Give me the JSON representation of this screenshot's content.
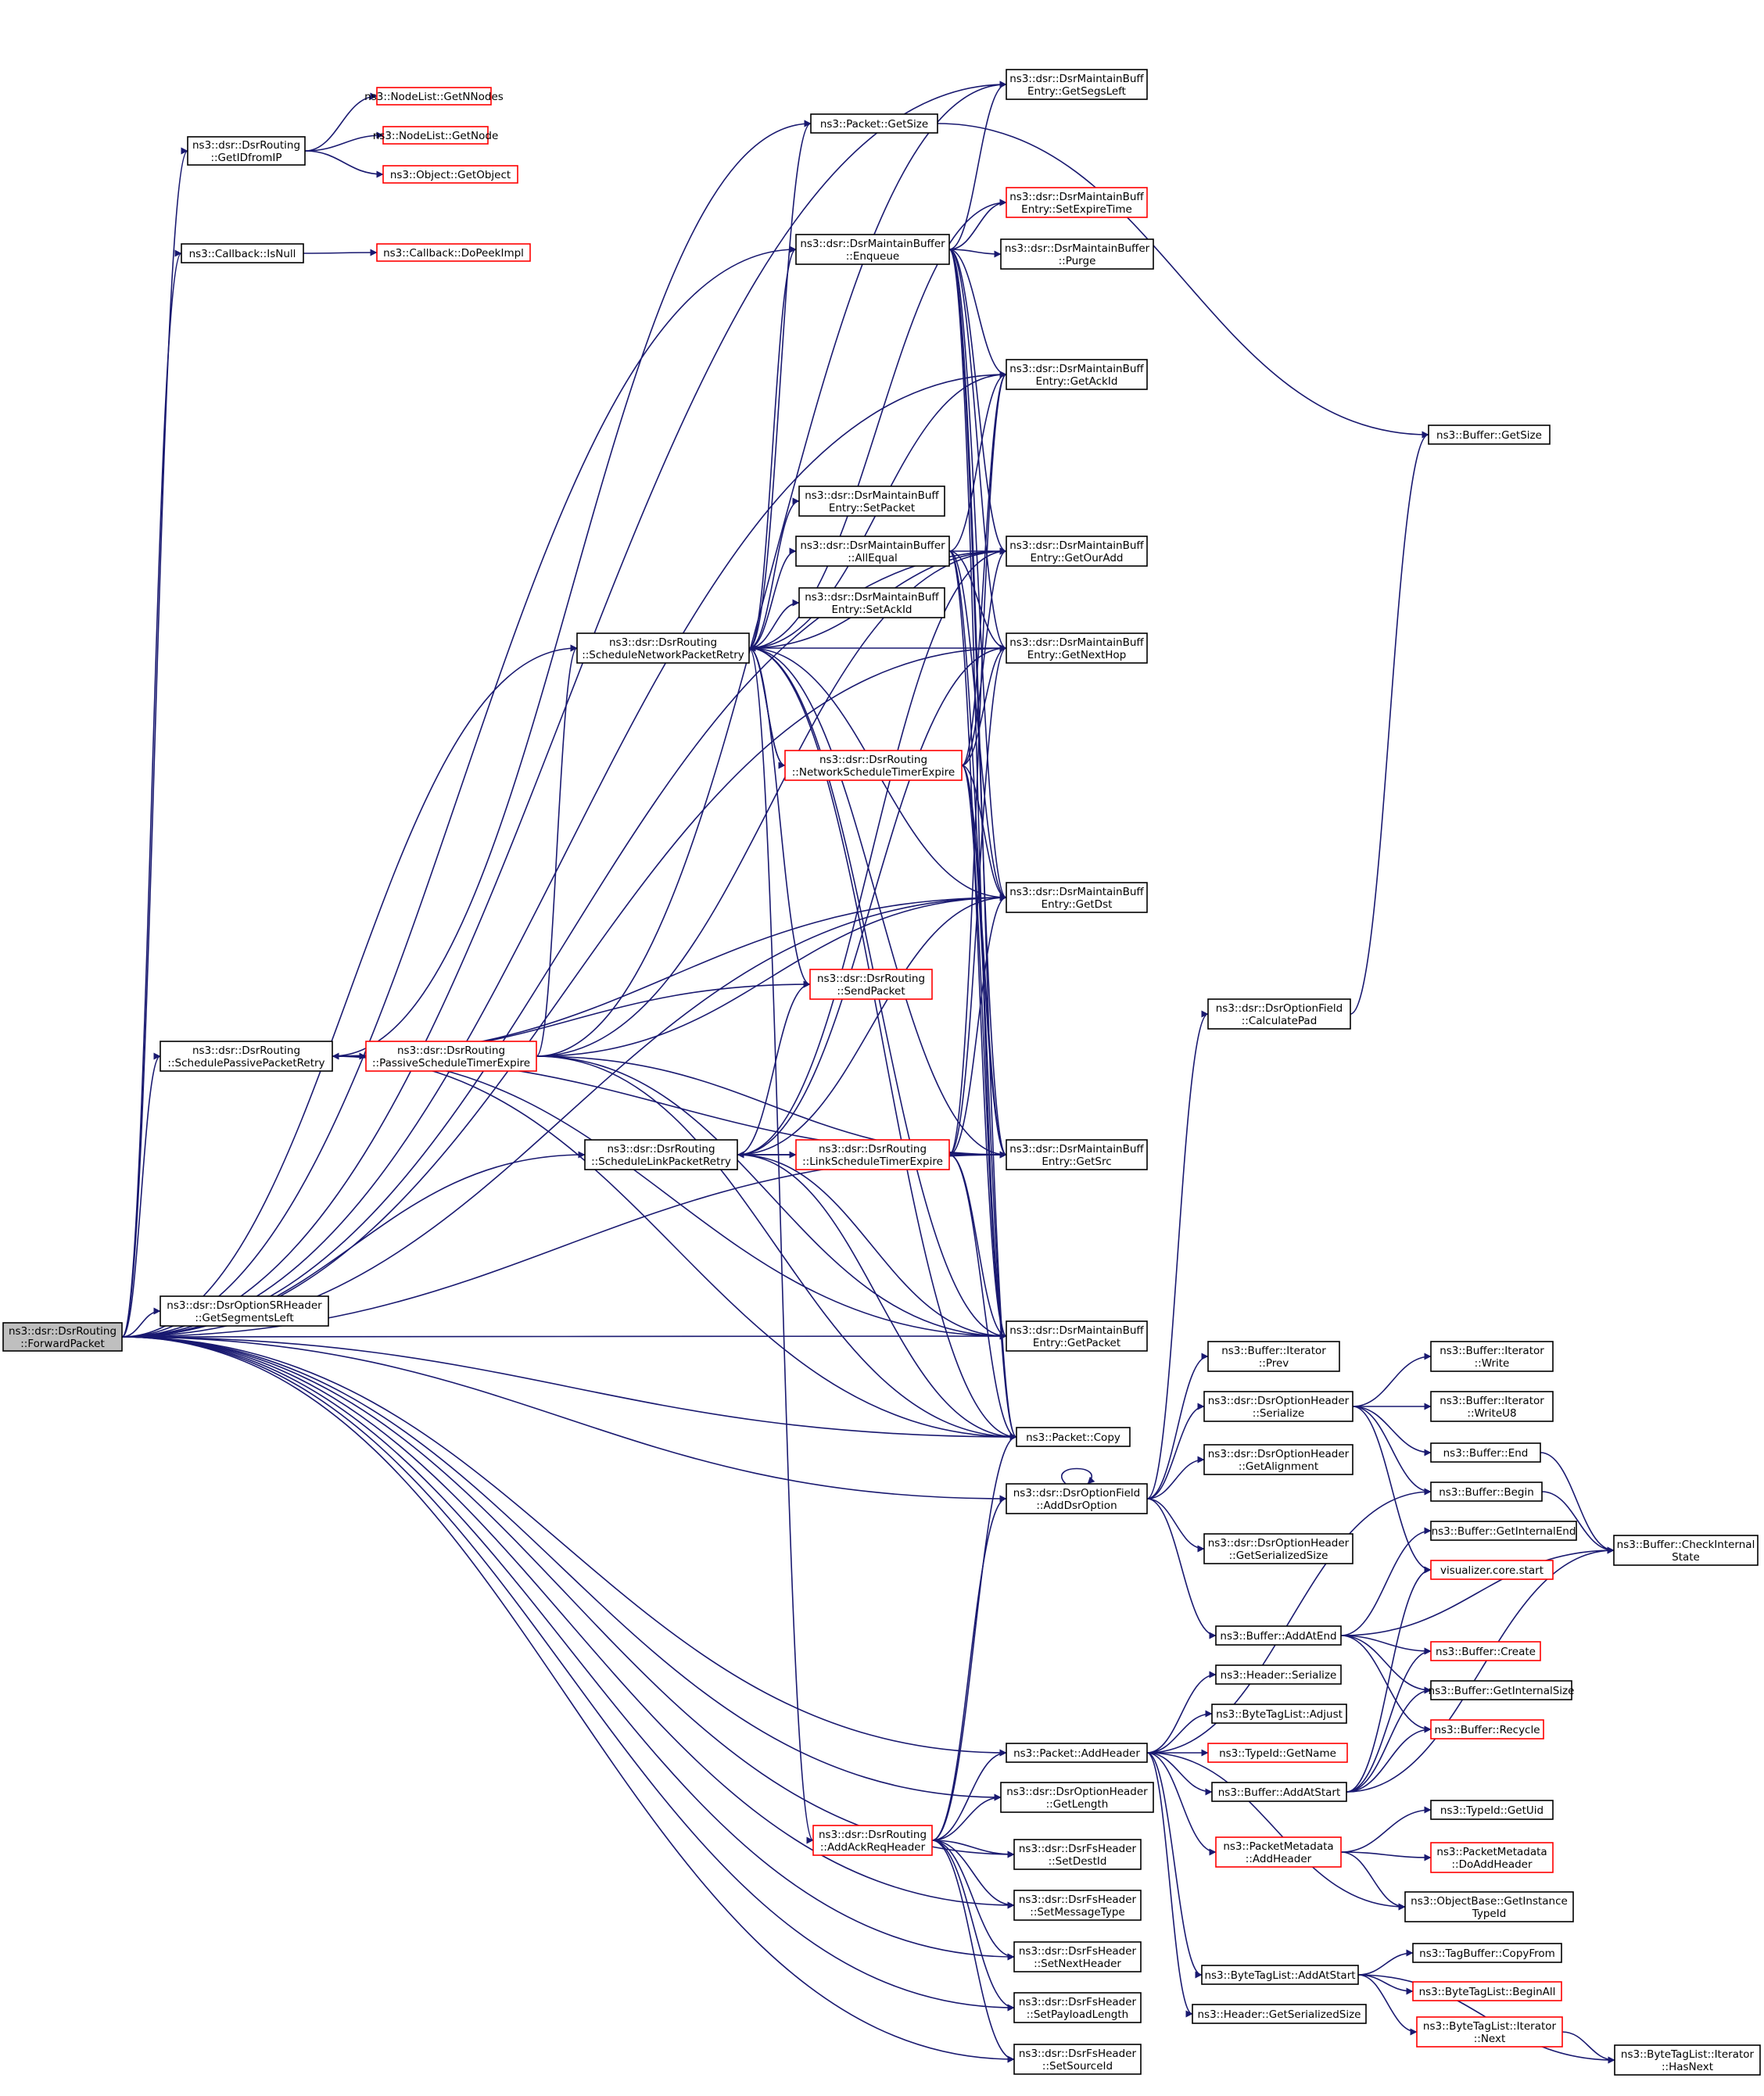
{
  "colors": {
    "edge": "#191970",
    "border_normal": "#000000",
    "border_link": "#ff0000",
    "fill_root": "#bfbfbf",
    "fill_normal": "#ffffff"
  },
  "nodes": [
    {
      "id": "fwd",
      "lines": [
        "ns3::dsr::DsrRouting",
        "::ForwardPacket"
      ],
      "style": "root"
    },
    {
      "id": "getid",
      "lines": [
        "ns3::dsr::DsrRouting",
        "::GetIDfromIP"
      ],
      "style": "normal"
    },
    {
      "id": "getnnodes",
      "lines": [
        "ns3::NodeList::GetNNodes"
      ],
      "style": "red"
    },
    {
      "id": "getnode",
      "lines": [
        "ns3::NodeList::GetNode"
      ],
      "style": "red"
    },
    {
      "id": "getobject",
      "lines": [
        "ns3::Object::GetObject"
      ],
      "style": "red"
    },
    {
      "id": "isnull",
      "lines": [
        "ns3::Callback::IsNull"
      ],
      "style": "normal"
    },
    {
      "id": "dopeek",
      "lines": [
        "ns3::Callback::DoPeekImpl"
      ],
      "style": "red"
    },
    {
      "id": "getsegsleft",
      "lines": [
        "ns3::dsr::DsrMaintainBuff",
        "Entry::GetSegsLeft"
      ],
      "style": "normal"
    },
    {
      "id": "pktgetsize",
      "lines": [
        "ns3::Packet::GetSize"
      ],
      "style": "normal"
    },
    {
      "id": "setexpire",
      "lines": [
        "ns3::dsr::DsrMaintainBuff",
        "Entry::SetExpireTime"
      ],
      "style": "red"
    },
    {
      "id": "enqueue",
      "lines": [
        "ns3::dsr::DsrMaintainBuffer",
        "::Enqueue"
      ],
      "style": "normal"
    },
    {
      "id": "purge",
      "lines": [
        "ns3::dsr::DsrMaintainBuffer",
        "::Purge"
      ],
      "style": "normal"
    },
    {
      "id": "getackid",
      "lines": [
        "ns3::dsr::DsrMaintainBuff",
        "Entry::GetAckId"
      ],
      "style": "normal"
    },
    {
      "id": "bufgetsize",
      "lines": [
        "ns3::Buffer::GetSize"
      ],
      "style": "normal"
    },
    {
      "id": "setpacket",
      "lines": [
        "ns3::dsr::DsrMaintainBuff",
        "Entry::SetPacket"
      ],
      "style": "normal"
    },
    {
      "id": "allequal",
      "lines": [
        "ns3::dsr::DsrMaintainBuffer",
        "::AllEqual"
      ],
      "style": "normal"
    },
    {
      "id": "getouradd",
      "lines": [
        "ns3::dsr::DsrMaintainBuff",
        "Entry::GetOurAdd"
      ],
      "style": "normal"
    },
    {
      "id": "setackid",
      "lines": [
        "ns3::dsr::DsrMaintainBuff",
        "Entry::SetAckId"
      ],
      "style": "normal"
    },
    {
      "id": "schednet",
      "lines": [
        "ns3::dsr::DsrRouting",
        "::ScheduleNetworkPacketRetry"
      ],
      "style": "normal"
    },
    {
      "id": "getnexthop",
      "lines": [
        "ns3::dsr::DsrMaintainBuff",
        "Entry::GetNextHop"
      ],
      "style": "normal"
    },
    {
      "id": "netexpire",
      "lines": [
        "ns3::dsr::DsrRouting",
        "::NetworkScheduleTimerExpire"
      ],
      "style": "red"
    },
    {
      "id": "getdst",
      "lines": [
        "ns3::dsr::DsrMaintainBuff",
        "Entry::GetDst"
      ],
      "style": "normal"
    },
    {
      "id": "sendpacket",
      "lines": [
        "ns3::dsr::DsrRouting",
        "::SendPacket"
      ],
      "style": "red"
    },
    {
      "id": "calcpad",
      "lines": [
        "ns3::dsr::DsrOptionField",
        "::CalculatePad"
      ],
      "style": "normal"
    },
    {
      "id": "schedpass",
      "lines": [
        "ns3::dsr::DsrRouting",
        "::SchedulePassivePacketRetry"
      ],
      "style": "normal"
    },
    {
      "id": "passexpire",
      "lines": [
        "ns3::dsr::DsrRouting",
        "::PassiveScheduleTimerExpire"
      ],
      "style": "red"
    },
    {
      "id": "schedlink",
      "lines": [
        "ns3::dsr::DsrRouting",
        "::ScheduleLinkPacketRetry"
      ],
      "style": "normal"
    },
    {
      "id": "linkexpire",
      "lines": [
        "ns3::dsr::DsrRouting",
        "::LinkScheduleTimerExpire"
      ],
      "style": "red"
    },
    {
      "id": "getsrc",
      "lines": [
        "ns3::dsr::DsrMaintainBuff",
        "Entry::GetSrc"
      ],
      "style": "normal"
    },
    {
      "id": "getsegmentsleft",
      "lines": [
        "ns3::dsr::DsrOptionSRHeader",
        "::GetSegmentsLeft"
      ],
      "style": "normal"
    },
    {
      "id": "getpacket",
      "lines": [
        "ns3::dsr::DsrMaintainBuff",
        "Entry::GetPacket"
      ],
      "style": "normal"
    },
    {
      "id": "iterprev",
      "lines": [
        "ns3::Buffer::Iterator",
        "::Prev"
      ],
      "style": "normal"
    },
    {
      "id": "iterwrite",
      "lines": [
        "ns3::Buffer::Iterator",
        "::Write"
      ],
      "style": "normal"
    },
    {
      "id": "optserialize",
      "lines": [
        "ns3::dsr::DsrOptionHeader",
        "::Serialize"
      ],
      "style": "normal"
    },
    {
      "id": "iterwriteu8",
      "lines": [
        "ns3::Buffer::Iterator",
        "::WriteU8"
      ],
      "style": "normal"
    },
    {
      "id": "pktcopy",
      "lines": [
        "ns3::Packet::Copy"
      ],
      "style": "normal"
    },
    {
      "id": "bufend",
      "lines": [
        "ns3::Buffer::End"
      ],
      "style": "normal"
    },
    {
      "id": "getalign",
      "lines": [
        "ns3::dsr::DsrOptionHeader",
        "::GetAlignment"
      ],
      "style": "normal"
    },
    {
      "id": "adddsropt",
      "lines": [
        "ns3::dsr::DsrOptionField",
        "::AddDsrOption"
      ],
      "style": "normal"
    },
    {
      "id": "bufbegin",
      "lines": [
        "ns3::Buffer::Begin"
      ],
      "style": "normal"
    },
    {
      "id": "bufgetintend",
      "lines": [
        "ns3::Buffer::GetInternalEnd"
      ],
      "style": "normal"
    },
    {
      "id": "checkstate",
      "lines": [
        "ns3::Buffer::CheckInternal",
        "State"
      ],
      "style": "normal"
    },
    {
      "id": "optgetsersize",
      "lines": [
        "ns3::dsr::DsrOptionHeader",
        "::GetSerializedSize"
      ],
      "style": "normal"
    },
    {
      "id": "vizstart",
      "lines": [
        "visualizer.core.start"
      ],
      "style": "red"
    },
    {
      "id": "bufaddatend",
      "lines": [
        "ns3::Buffer::AddAtEnd"
      ],
      "style": "normal"
    },
    {
      "id": "bufcreate",
      "lines": [
        "ns3::Buffer::Create"
      ],
      "style": "red"
    },
    {
      "id": "bufgetintsize",
      "lines": [
        "ns3::Buffer::GetInternalSize"
      ],
      "style": "normal"
    },
    {
      "id": "hdrserialize",
      "lines": [
        "ns3::Header::Serialize"
      ],
      "style": "normal"
    },
    {
      "id": "btladjust",
      "lines": [
        "ns3::ByteTagList::Adjust"
      ],
      "style": "normal"
    },
    {
      "id": "bufrecycle",
      "lines": [
        "ns3::Buffer::Recycle"
      ],
      "style": "red"
    },
    {
      "id": "pktaddheader",
      "lines": [
        "ns3::Packet::AddHeader"
      ],
      "style": "normal"
    },
    {
      "id": "typeidname",
      "lines": [
        "ns3::TypeId::GetName"
      ],
      "style": "red"
    },
    {
      "id": "bufaddatstart",
      "lines": [
        "ns3::Buffer::AddAtStart"
      ],
      "style": "normal"
    },
    {
      "id": "optgetlength",
      "lines": [
        "ns3::dsr::DsrOptionHeader",
        "::GetLength"
      ],
      "style": "normal"
    },
    {
      "id": "typeiduid",
      "lines": [
        "ns3::TypeId::GetUid"
      ],
      "style": "normal"
    },
    {
      "id": "addackreq",
      "lines": [
        "ns3::dsr::DsrRouting",
        "::AddAckReqHeader"
      ],
      "style": "red"
    },
    {
      "id": "pmaddheader",
      "lines": [
        "ns3::PacketMetadata",
        "::AddHeader"
      ],
      "style": "red"
    },
    {
      "id": "pmdoaddheader",
      "lines": [
        "ns3::PacketMetadata",
        "::DoAddHeader"
      ],
      "style": "red"
    },
    {
      "id": "setdestid",
      "lines": [
        "ns3::dsr::DsrFsHeader",
        "::SetDestId"
      ],
      "style": "normal"
    },
    {
      "id": "objgettypeid",
      "lines": [
        "ns3::ObjectBase::GetInstance",
        "TypeId"
      ],
      "style": "normal"
    },
    {
      "id": "setmsgtype",
      "lines": [
        "ns3::dsr::DsrFsHeader",
        "::SetMessageType"
      ],
      "style": "normal"
    },
    {
      "id": "tagcopyfrom",
      "lines": [
        "ns3::TagBuffer::CopyFrom"
      ],
      "style": "normal"
    },
    {
      "id": "setnexthdr",
      "lines": [
        "ns3::dsr::DsrFsHeader",
        "::SetNextHeader"
      ],
      "style": "normal"
    },
    {
      "id": "btladdatstart",
      "lines": [
        "ns3::ByteTagList::AddAtStart"
      ],
      "style": "normal"
    },
    {
      "id": "btlbeginall",
      "lines": [
        "ns3::ByteTagList::BeginAll"
      ],
      "style": "red"
    },
    {
      "id": "hdrgetsersize",
      "lines": [
        "ns3::Header::GetSerializedSize"
      ],
      "style": "normal"
    },
    {
      "id": "setpayloadlen",
      "lines": [
        "ns3::dsr::DsrFsHeader",
        "::SetPayloadLength"
      ],
      "style": "normal"
    },
    {
      "id": "btliternext",
      "lines": [
        "ns3::ByteTagList::Iterator",
        "::Next"
      ],
      "style": "red"
    },
    {
      "id": "setsourceid",
      "lines": [
        "ns3::dsr::DsrFsHeader",
        "::SetSourceId"
      ],
      "style": "normal"
    },
    {
      "id": "btliterhasnext",
      "lines": [
        "ns3::ByteTagList::Iterator",
        "::HasNext"
      ],
      "style": "normal"
    }
  ],
  "edges": [
    [
      "fwd",
      "getid"
    ],
    [
      "getid",
      "getnnodes"
    ],
    [
      "getid",
      "getnode"
    ],
    [
      "getid",
      "getobject"
    ],
    [
      "fwd",
      "isnull"
    ],
    [
      "isnull",
      "dopeek"
    ],
    [
      "fwd",
      "getsegsleft"
    ],
    [
      "fwd",
      "enqueue"
    ],
    [
      "fwd",
      "getackid"
    ],
    [
      "fwd",
      "getouradd"
    ],
    [
      "fwd",
      "getnexthop"
    ],
    [
      "fwd",
      "schednet"
    ],
    [
      "fwd",
      "getdst"
    ],
    [
      "fwd",
      "schedpass"
    ],
    [
      "fwd",
      "schedlink"
    ],
    [
      "fwd",
      "getsrc"
    ],
    [
      "fwd",
      "getsegmentsleft"
    ],
    [
      "fwd",
      "getpacket"
    ],
    [
      "fwd",
      "pktcopy"
    ],
    [
      "fwd",
      "adddsropt"
    ],
    [
      "fwd",
      "pktaddheader"
    ],
    [
      "fwd",
      "optgetlength"
    ],
    [
      "fwd",
      "setdestid"
    ],
    [
      "fwd",
      "setmsgtype"
    ],
    [
      "fwd",
      "setnexthdr"
    ],
    [
      "fwd",
      "setpayloadlen"
    ],
    [
      "fwd",
      "setsourceid"
    ],
    [
      "enqueue",
      "getsegsleft"
    ],
    [
      "enqueue",
      "setexpire"
    ],
    [
      "enqueue",
      "purge"
    ],
    [
      "enqueue",
      "getackid"
    ],
    [
      "enqueue",
      "getouradd"
    ],
    [
      "enqueue",
      "getnexthop"
    ],
    [
      "enqueue",
      "getdst"
    ],
    [
      "enqueue",
      "getsrc"
    ],
    [
      "enqueue",
      "getpacket"
    ],
    [
      "enqueue",
      "pktcopy"
    ],
    [
      "pktgetsize",
      "bufgetsize"
    ],
    [
      "allequal",
      "getackid"
    ],
    [
      "allequal",
      "getouradd"
    ],
    [
      "allequal",
      "getnexthop"
    ],
    [
      "allequal",
      "getdst"
    ],
    [
      "allequal",
      "getsrc"
    ],
    [
      "allequal",
      "getpacket"
    ],
    [
      "schednet",
      "pktgetsize"
    ],
    [
      "schednet",
      "enqueue"
    ],
    [
      "schednet",
      "setexpire"
    ],
    [
      "schednet",
      "getackid"
    ],
    [
      "schednet",
      "setpacket"
    ],
    [
      "schednet",
      "allequal"
    ],
    [
      "schednet",
      "setackid"
    ],
    [
      "schednet",
      "getouradd"
    ],
    [
      "schednet",
      "getnexthop"
    ],
    [
      "schednet",
      "netexpire"
    ],
    [
      "schednet",
      "getdst"
    ],
    [
      "schednet",
      "sendpacket"
    ],
    [
      "schednet",
      "getsrc"
    ],
    [
      "schednet",
      "getpacket"
    ],
    [
      "schednet",
      "pktcopy"
    ],
    [
      "schednet",
      "addackreq"
    ],
    [
      "netexpire",
      "schednet"
    ],
    [
      "netexpire",
      "getackid"
    ],
    [
      "netexpire",
      "getouradd"
    ],
    [
      "netexpire",
      "getnexthop"
    ],
    [
      "netexpire",
      "getdst"
    ],
    [
      "netexpire",
      "getsrc"
    ],
    [
      "netexpire",
      "pktcopy"
    ],
    [
      "netexpire",
      "getpacket"
    ],
    [
      "schedpass",
      "pktgetsize"
    ],
    [
      "schedpass",
      "getdst"
    ],
    [
      "schedpass",
      "sendpacket"
    ],
    [
      "schedpass",
      "passexpire"
    ],
    [
      "schedpass",
      "getsrc"
    ],
    [
      "schedpass",
      "getpacket"
    ],
    [
      "schedpass",
      "pktcopy"
    ],
    [
      "passexpire",
      "schedpass"
    ],
    [
      "passexpire",
      "getsegsleft"
    ],
    [
      "passexpire",
      "schednet"
    ],
    [
      "passexpire",
      "getouradd"
    ],
    [
      "passexpire",
      "getdst"
    ],
    [
      "passexpire",
      "getsrc"
    ],
    [
      "passexpire",
      "getpacket"
    ],
    [
      "passexpire",
      "pktcopy"
    ],
    [
      "schedlink",
      "getouradd"
    ],
    [
      "schedlink",
      "sendpacket"
    ],
    [
      "schedlink",
      "linkexpire"
    ],
    [
      "schedlink",
      "getnexthop"
    ],
    [
      "schedlink",
      "getdst"
    ],
    [
      "schedlink",
      "getsrc"
    ],
    [
      "schedlink",
      "getpacket"
    ],
    [
      "schedlink",
      "pktcopy"
    ],
    [
      "linkexpire",
      "schedlink"
    ],
    [
      "linkexpire",
      "getackid"
    ],
    [
      "linkexpire",
      "getnexthop"
    ],
    [
      "linkexpire",
      "getdst"
    ],
    [
      "linkexpire",
      "getsrc"
    ],
    [
      "linkexpire",
      "getpacket"
    ],
    [
      "linkexpire",
      "pktcopy"
    ],
    [
      "adddsropt",
      "adddsropt"
    ],
    [
      "adddsropt",
      "calcpad"
    ],
    [
      "adddsropt",
      "iterprev"
    ],
    [
      "adddsropt",
      "optserialize"
    ],
    [
      "adddsropt",
      "getalign"
    ],
    [
      "adddsropt",
      "optgetsersize"
    ],
    [
      "adddsropt",
      "bufaddatend"
    ],
    [
      "calcpad",
      "bufgetsize"
    ],
    [
      "optserialize",
      "iterwrite"
    ],
    [
      "optserialize",
      "iterwriteu8"
    ],
    [
      "optserialize",
      "bufend"
    ],
    [
      "optserialize",
      "bufbegin"
    ],
    [
      "optserialize",
      "vizstart"
    ],
    [
      "bufend",
      "checkstate"
    ],
    [
      "bufbegin",
      "checkstate"
    ],
    [
      "bufaddatend",
      "bufgetintend"
    ],
    [
      "bufaddatend",
      "checkstate"
    ],
    [
      "bufaddatend",
      "bufcreate"
    ],
    [
      "bufaddatend",
      "bufgetintsize"
    ],
    [
      "bufaddatend",
      "bufrecycle"
    ],
    [
      "pktaddheader",
      "bufbegin"
    ],
    [
      "pktaddheader",
      "hdrserialize"
    ],
    [
      "pktaddheader",
      "btladjust"
    ],
    [
      "pktaddheader",
      "typeidname"
    ],
    [
      "pktaddheader",
      "bufaddatstart"
    ],
    [
      "pktaddheader",
      "pmaddheader"
    ],
    [
      "pktaddheader",
      "objgettypeid"
    ],
    [
      "pktaddheader",
      "btladdatstart"
    ],
    [
      "pktaddheader",
      "hdrgetsersize"
    ],
    [
      "bufaddatstart",
      "vizstart"
    ],
    [
      "bufaddatstart",
      "checkstate"
    ],
    [
      "bufaddatstart",
      "bufcreate"
    ],
    [
      "bufaddatstart",
      "bufgetintsize"
    ],
    [
      "bufaddatstart",
      "bufrecycle"
    ],
    [
      "pmaddheader",
      "typeiduid"
    ],
    [
      "pmaddheader",
      "pmdoaddheader"
    ],
    [
      "pmaddheader",
      "objgettypeid"
    ],
    [
      "btladdatstart",
      "tagcopyfrom"
    ],
    [
      "btladdatstart",
      "btlbeginall"
    ],
    [
      "btladdatstart",
      "btliternext"
    ],
    [
      "btladdatstart",
      "btliterhasnext"
    ],
    [
      "btliternext",
      "btliterhasnext"
    ],
    [
      "addackreq",
      "pktcopy"
    ],
    [
      "addackreq",
      "adddsropt"
    ],
    [
      "addackreq",
      "pktaddheader"
    ],
    [
      "addackreq",
      "optgetlength"
    ],
    [
      "addackreq",
      "setdestid"
    ],
    [
      "addackreq",
      "setmsgtype"
    ],
    [
      "addackreq",
      "setnexthdr"
    ],
    [
      "addackreq",
      "setpayloadlen"
    ],
    [
      "addackreq",
      "setsourceid"
    ]
  ]
}
